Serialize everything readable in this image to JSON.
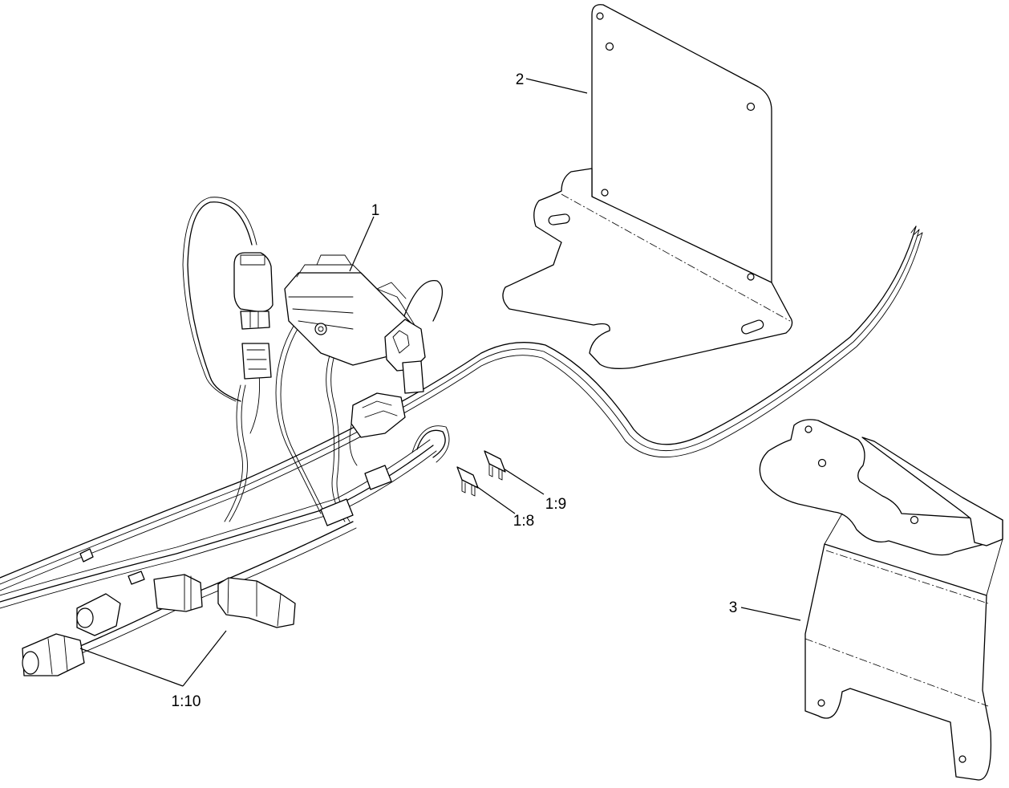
{
  "callouts": {
    "item_1": "1",
    "item_2": "2",
    "item_3": "3",
    "item_1_8": "1:8",
    "item_1_9": "1:9",
    "item_1_10": "1:10"
  },
  "colors": {
    "line": "#000000",
    "background": "#ffffff"
  }
}
